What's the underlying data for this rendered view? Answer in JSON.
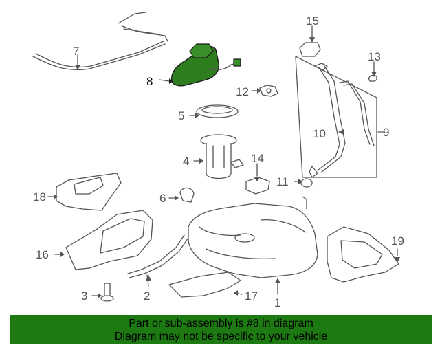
{
  "diagram": {
    "labels": [
      "1",
      "2",
      "3",
      "4",
      "5",
      "6",
      "7",
      "8",
      "9",
      "10",
      "11",
      "12",
      "13",
      "14",
      "15",
      "16",
      "17",
      "18",
      "19"
    ],
    "highlighted_part": "8"
  },
  "colors": {
    "highlight": "#2e7d1f",
    "footer_bg": "#1d7a12",
    "line": "#555555"
  },
  "footer": {
    "line1": "Part or sub-assembly is #8 in diagram",
    "line2": "Diagram may not be specific to your vehicle"
  }
}
